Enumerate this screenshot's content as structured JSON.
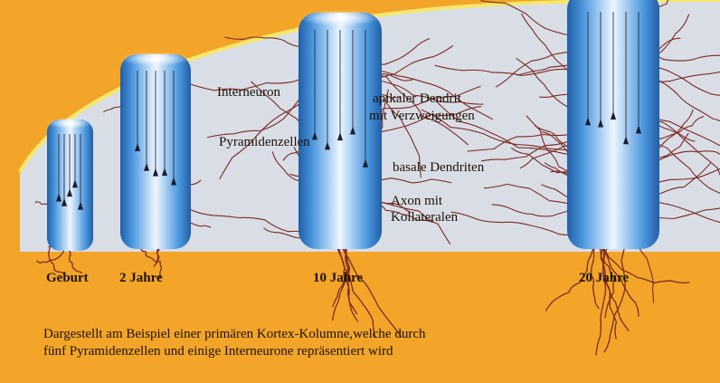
{
  "colors": {
    "background": "#f3a52a",
    "development_area": "#d9dde6",
    "column_glow": "#3f86cf",
    "dendrite": "#7b2a21"
  },
  "labels": {
    "interneuron": "Interneuron",
    "apical_dendrite_line1": "apikaler Dendrit",
    "apical_dendrite_line2": "mit Verzweigungen",
    "pyramidal_cells": "Pyramidenzellen",
    "basal_dendrites": "basale Dendriten",
    "axon_line1": "Axon mit",
    "axon_line2": "Kollateralen"
  },
  "ages": {
    "birth": "Geburt",
    "two_years": "2 Jahre",
    "ten_years": "10 Jahre",
    "twenty_years": "20 Jahre"
  },
  "caption": {
    "line1": "Dargestellt am Beispiel einer primären Kortex-Kolumne,welche durch",
    "line2": "fünf Pyramidenzellen und einige Interneurone repräsentiert wird"
  }
}
